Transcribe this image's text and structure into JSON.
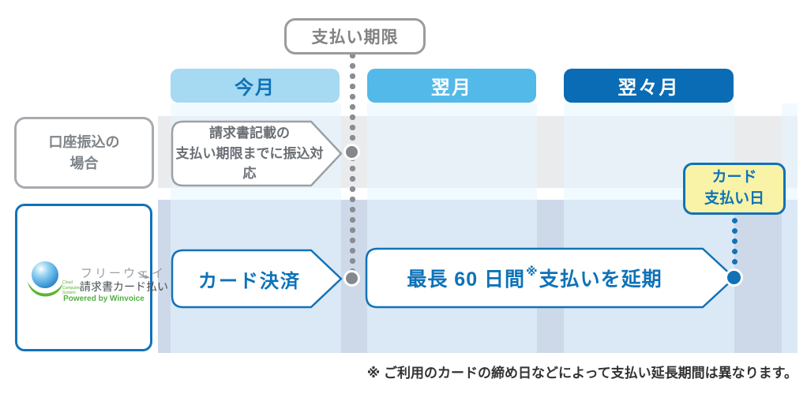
{
  "deadline_badge": {
    "label": "支払い期限"
  },
  "timeline": {
    "columns": [
      {
        "label": "今月"
      },
      {
        "label": "翌月"
      },
      {
        "label": "翌々月"
      }
    ]
  },
  "bank_transfer_row": {
    "case_box": {
      "line1": "口座振込の",
      "line2": "場合"
    },
    "arrow": {
      "line1": "請求書記載の",
      "line2": "支払い期限までに振込対応"
    }
  },
  "card_row": {
    "logo": {
      "brand": "フリーウェイ",
      "sub_lines": [
        "Cloud",
        "Computing",
        "System"
      ],
      "product": "請求書カード払い",
      "powered_by": "Powered by Winvoice"
    },
    "card_arrow": {
      "label": "カード決済"
    },
    "extend_arrow": {
      "prefix": "最長 60 日間",
      "note_mark": "※",
      "suffix": "支払いを延期"
    },
    "payday_badge": {
      "line1": "カード",
      "line2": "支払い日"
    }
  },
  "footnote": "※ ご利用のカードの締め日などによって支払い延長期間は異なります。",
  "colors": {
    "accent_blue": "#1272b8",
    "header_light_blue": "#a6d9f2",
    "header_mid_blue": "#53b9e9",
    "header_dark_blue": "#0a6cb5",
    "badge_yellow": "#f8f3a6",
    "dot_gray": "#8a8e92",
    "row_bank_bg": "#e9ebed",
    "row_card_bg": "#cdd9e9"
  }
}
